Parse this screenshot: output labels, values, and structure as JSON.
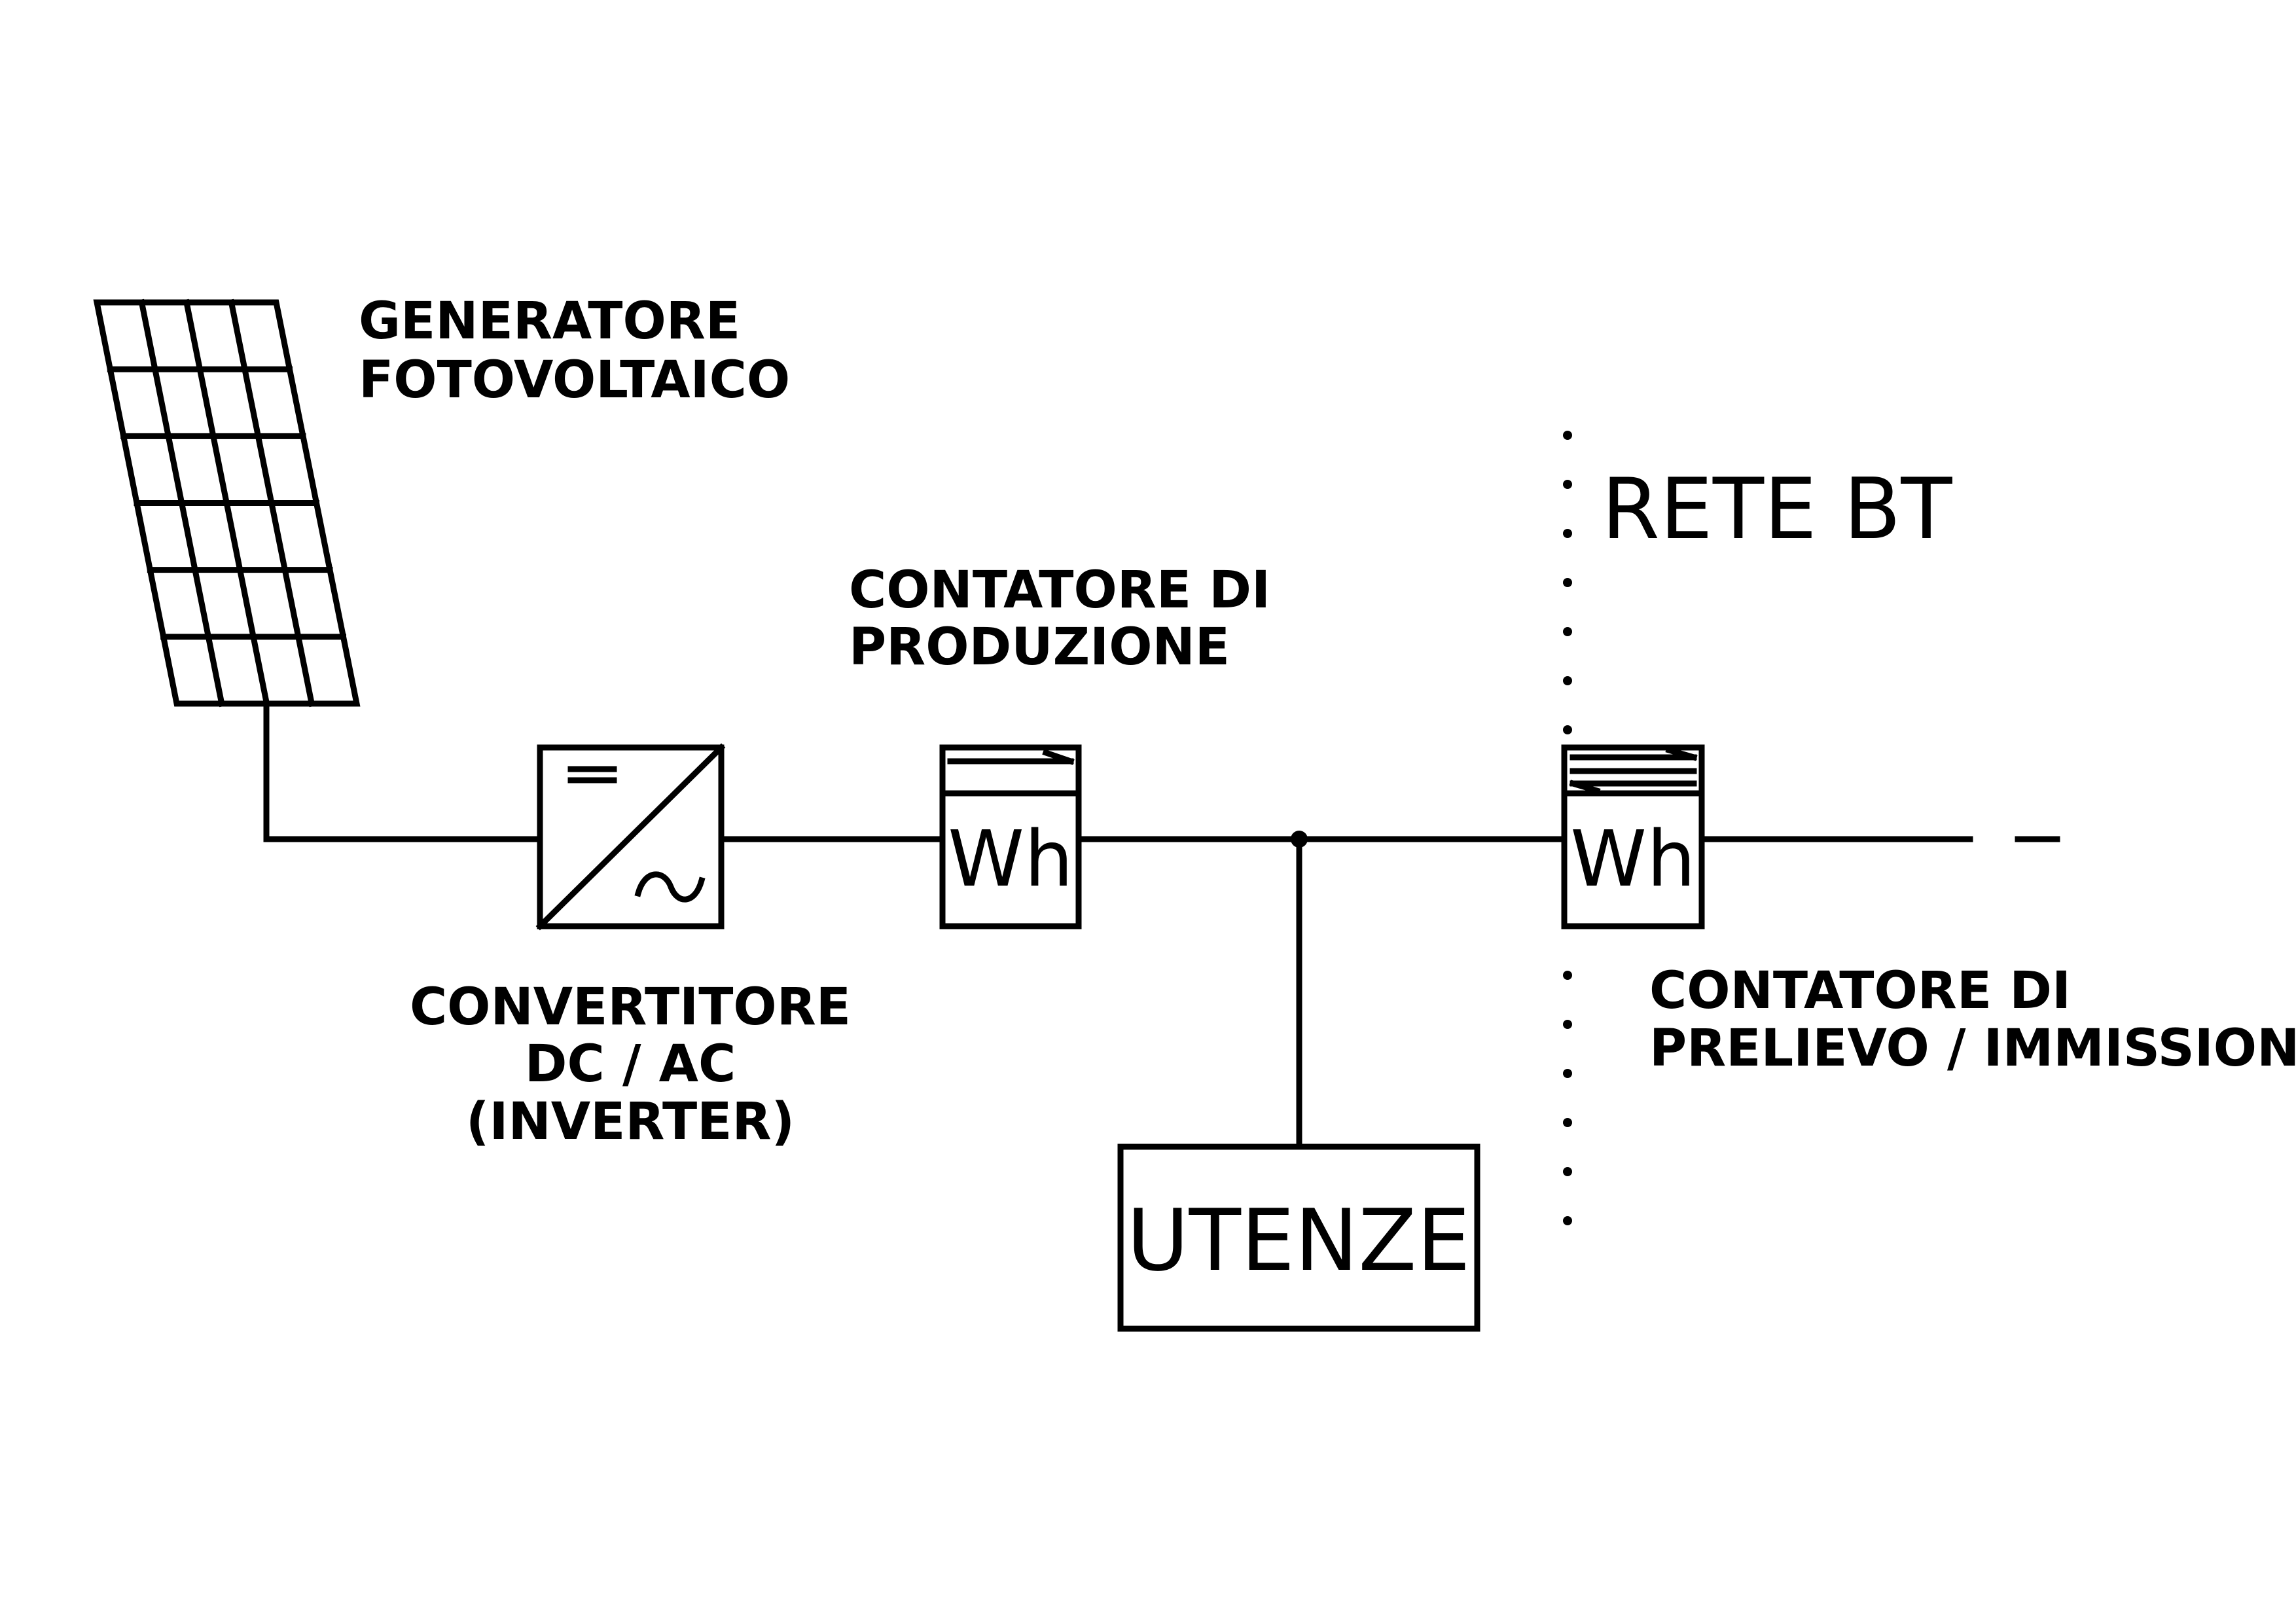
{
  "diagram": {
    "labels": {
      "generator": [
        "GENERATORE",
        "FOTOVOLTAICO"
      ],
      "converter": [
        "CONVERTITORE",
        "DC / AC",
        "(INVERTER)"
      ],
      "production_meter": [
        "CONTATORE DI",
        "PRODUZIONE"
      ],
      "grid": "RETE BT",
      "exchange_meter": [
        "CONTATORE DI",
        "PRELIEVO / IMMISSIONE"
      ],
      "loads": "UTENZE",
      "meter_unit": "Wh"
    }
  }
}
